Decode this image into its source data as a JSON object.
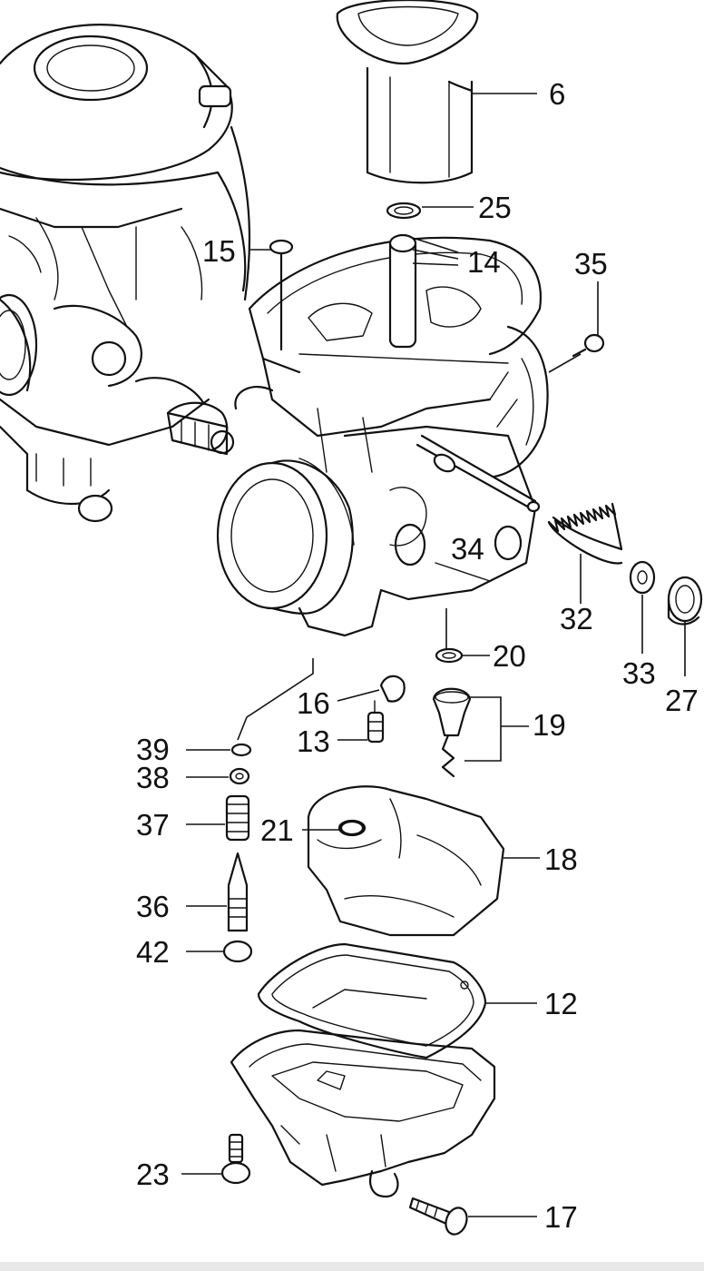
{
  "diagram": {
    "type": "exploded-parts-drawing",
    "subject": "carburetor",
    "callouts": [
      {
        "id": "6",
        "label": "6"
      },
      {
        "id": "25",
        "label": "25"
      },
      {
        "id": "15",
        "label": "15"
      },
      {
        "id": "14",
        "label": "14"
      },
      {
        "id": "35",
        "label": "35"
      },
      {
        "id": "34",
        "label": "34"
      },
      {
        "id": "32",
        "label": "32"
      },
      {
        "id": "33",
        "label": "33"
      },
      {
        "id": "27",
        "label": "27"
      },
      {
        "id": "20",
        "label": "20"
      },
      {
        "id": "16",
        "label": "16"
      },
      {
        "id": "13",
        "label": "13"
      },
      {
        "id": "19",
        "label": "19"
      },
      {
        "id": "39",
        "label": "39"
      },
      {
        "id": "38",
        "label": "38"
      },
      {
        "id": "37",
        "label": "37"
      },
      {
        "id": "21",
        "label": "21"
      },
      {
        "id": "18",
        "label": "18"
      },
      {
        "id": "36",
        "label": "36"
      },
      {
        "id": "42",
        "label": "42"
      },
      {
        "id": "12",
        "label": "12"
      },
      {
        "id": "23",
        "label": "23"
      },
      {
        "id": "17",
        "label": "17"
      }
    ]
  }
}
